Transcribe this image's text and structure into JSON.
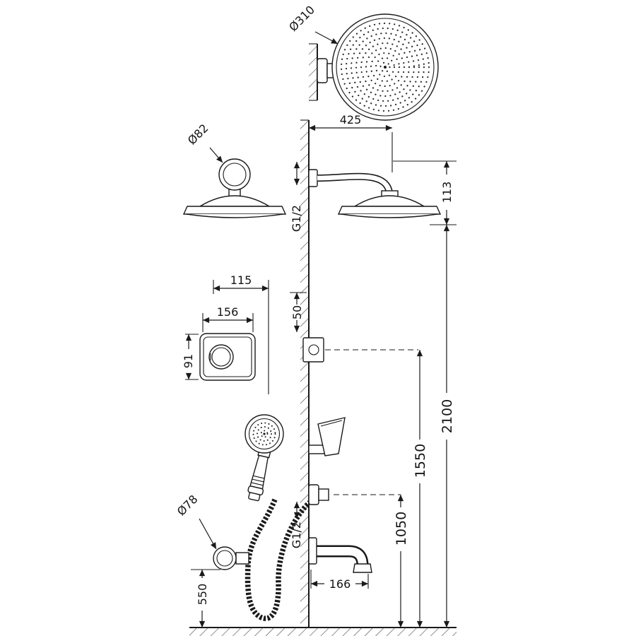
{
  "colors": {
    "line": "#1a1a1a",
    "background": "#ffffff"
  },
  "dimensions": {
    "head_diameter": "Ø310",
    "arm_projection": "425",
    "head_drop": "113",
    "thread_top": "G1/2",
    "side_flange_diameter": "Ø82",
    "control_offset": "115",
    "control_plate_width": "156",
    "valve_offset": "50",
    "control_plate_height": "91",
    "total_height": "2100",
    "valve_height": "1550",
    "holder_height": "1050",
    "outlet_flange_diameter": "Ø78",
    "thread_bottom": "G1/2",
    "spout_height": "550",
    "spout_projection": "166"
  }
}
